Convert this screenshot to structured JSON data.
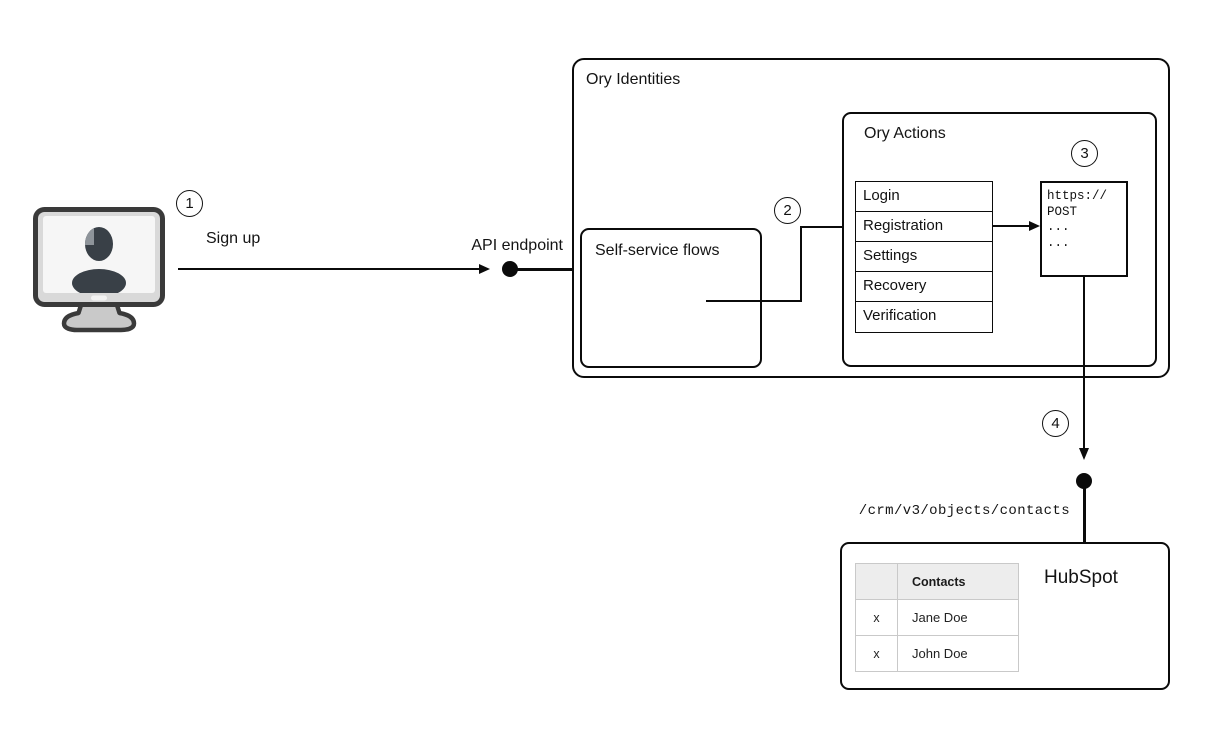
{
  "diagram": {
    "steps": [
      "1",
      "2",
      "3",
      "4"
    ],
    "client": {
      "icon": "monitor-user-icon",
      "signup_label": "Sign up"
    },
    "api_endpoint_label": "API endpoint",
    "ory": {
      "title": "Ory Identities",
      "self_service_title": "Self-service flows",
      "actions_title": "Ory Actions",
      "flows": [
        "Login",
        "Registration",
        "Settings",
        "Recovery",
        "Verification"
      ],
      "webhook_lines": [
        "https://",
        "POST",
        "...",
        "..."
      ]
    },
    "hubspot": {
      "endpoint": "/crm/v3/objects/contacts",
      "title": "HubSpot",
      "table": {
        "header": [
          "",
          "Contacts"
        ],
        "rows": [
          [
            "x",
            "Jane Doe"
          ],
          [
            "x",
            "John Doe"
          ]
        ]
      }
    },
    "colors": {
      "line": "#0b0b0b",
      "box_border": "#0b0b0b",
      "table_border": "#c9c9c9",
      "table_header_bg": "#ededed",
      "monitor_frame": "#d9d9d9",
      "monitor_screen": "#f6f6f6",
      "silhouette": "#394047",
      "stand": "#c9c9c9"
    }
  }
}
